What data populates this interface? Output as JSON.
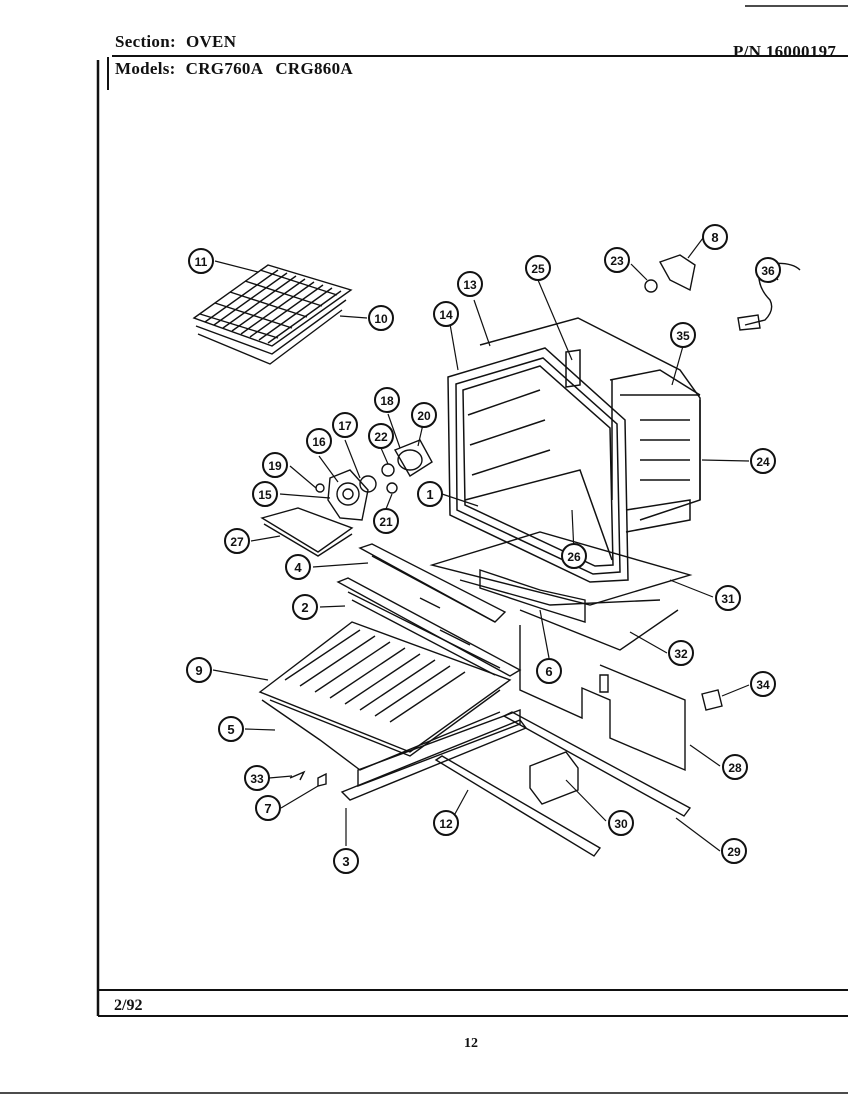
{
  "header": {
    "section_label": "Section:",
    "section_value": "OVEN",
    "models_label": "Models:",
    "models": [
      "CRG760A",
      "CRG860A"
    ],
    "part_number": "P/N 16000197"
  },
  "footer": {
    "date": "2/92",
    "page_number": "12"
  },
  "callouts": [
    {
      "num": "11",
      "part": "11"
    },
    {
      "num": "10",
      "part": "10"
    },
    {
      "num": "13",
      "part": "13"
    },
    {
      "num": "25",
      "part": "25"
    },
    {
      "num": "23",
      "part": "23"
    },
    {
      "num": "8",
      "part": "8"
    },
    {
      "num": "36",
      "part": "36"
    },
    {
      "num": "14",
      "part": "14"
    },
    {
      "num": "35",
      "part": "35"
    },
    {
      "num": "18",
      "part": "18"
    },
    {
      "num": "20",
      "part": "20"
    },
    {
      "num": "17",
      "part": "17"
    },
    {
      "num": "16",
      "part": "16"
    },
    {
      "num": "22",
      "part": "22"
    },
    {
      "num": "19",
      "part": "19"
    },
    {
      "num": "24",
      "part": "24"
    },
    {
      "num": "15",
      "part": "15"
    },
    {
      "num": "1",
      "part": "1"
    },
    {
      "num": "21",
      "part": "21"
    },
    {
      "num": "27",
      "part": "27"
    },
    {
      "num": "26",
      "part": "26"
    },
    {
      "num": "4",
      "part": "4"
    },
    {
      "num": "31",
      "part": "31"
    },
    {
      "num": "2",
      "part": "2"
    },
    {
      "num": "32",
      "part": "32"
    },
    {
      "num": "6",
      "part": "6"
    },
    {
      "num": "9",
      "part": "9"
    },
    {
      "num": "34",
      "part": "34"
    },
    {
      "num": "5",
      "part": "5"
    },
    {
      "num": "28",
      "part": "28"
    },
    {
      "num": "33",
      "part": "33"
    },
    {
      "num": "7",
      "part": "7"
    },
    {
      "num": "12",
      "part": "12"
    },
    {
      "num": "30",
      "part": "30"
    },
    {
      "num": "29",
      "part": "29"
    },
    {
      "num": "3",
      "part": "3"
    }
  ]
}
